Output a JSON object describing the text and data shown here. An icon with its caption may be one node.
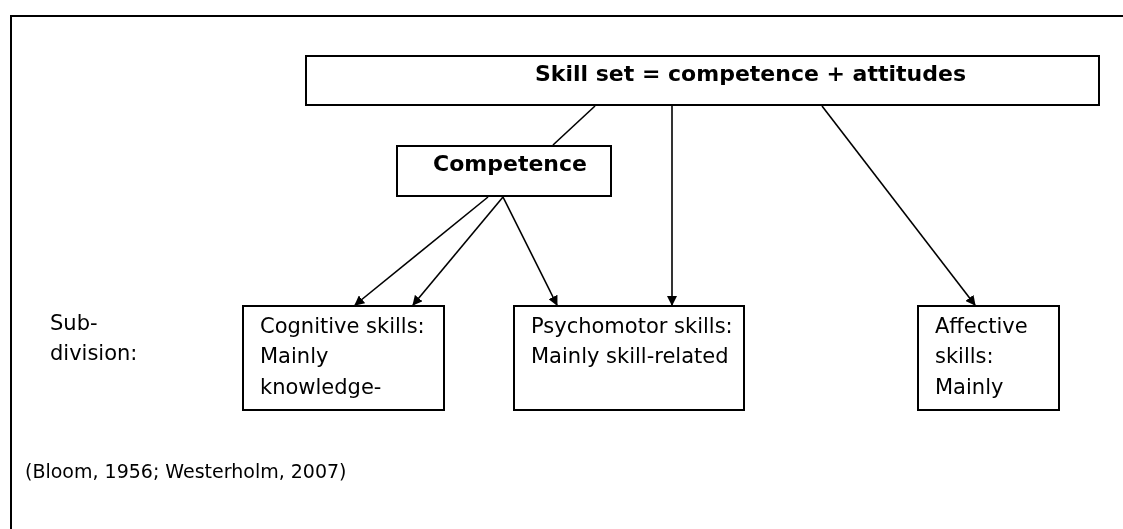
{
  "diagram": {
    "nodes": [
      {
        "text": [
          "Skill set = competence + attitudes"
        ]
      },
      {
        "text": [
          "Competence"
        ]
      },
      {
        "text": [
          "Cognitive skills: Mainly knowledge-"
        ]
      },
      {
        "text": [
          "Psychomotor skills: Mainly skill-related"
        ]
      },
      {
        "text": [
          "Affective skills: Mainly"
        ]
      }
    ],
    "edges": [
      {
        "from": 0,
        "to": 1,
        "arrow": "none"
      },
      {
        "from": 1,
        "to": 2,
        "arrow": "to"
      },
      {
        "from": 1,
        "to": 2,
        "arrow": "to"
      },
      {
        "from": 1,
        "to": 3,
        "arrow": "to"
      },
      {
        "from": 0,
        "to": 3,
        "arrow": "to"
      },
      {
        "from": 0,
        "to": 4,
        "arrow": "to"
      }
    ],
    "labels": [
      "Sub- division:",
      "(Bloom, 1956; Westerholm, 2007)"
    ]
  }
}
